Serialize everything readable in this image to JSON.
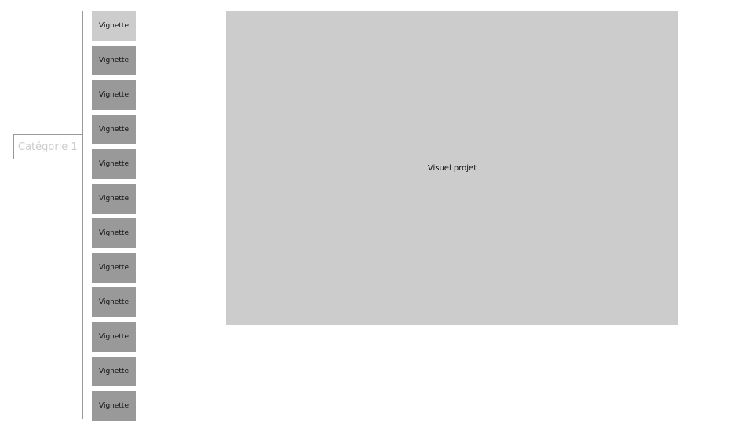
{
  "category": {
    "label": "Catégorie 1"
  },
  "thumbnails": [
    {
      "label": "Vignette",
      "active": true
    },
    {
      "label": "Vignette"
    },
    {
      "label": "Vignette"
    },
    {
      "label": "Vignette"
    },
    {
      "label": "Vignette"
    },
    {
      "label": "Vignette"
    },
    {
      "label": "Vignette"
    },
    {
      "label": "Vignette"
    },
    {
      "label": "Vignette"
    },
    {
      "label": "Vignette"
    },
    {
      "label": "Vignette"
    },
    {
      "label": "Vignette"
    }
  ],
  "visual": {
    "label": "Visuel projet"
  }
}
